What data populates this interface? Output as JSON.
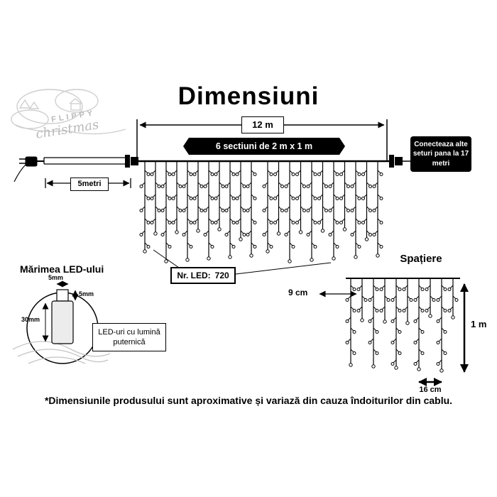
{
  "title": "Dimensiuni",
  "logo": {
    "top": "FLIPPY",
    "bottom": "christmas"
  },
  "dims": {
    "total_width": "12 m",
    "sections": "6 sectiuni de 2 m x 1 m",
    "lead": "5metri",
    "connect_note": "Conecteaza alte seturi pana la 17 metri",
    "led_count_label": "Nr. LED:",
    "led_count_value": "720",
    "spacing_title": "Spațiere",
    "led_gap": "9 cm",
    "drop_height": "1 m",
    "strand_gap": "16 cm"
  },
  "led_size": {
    "title": "Mărimea LED-ului",
    "width_top": "5mm",
    "width_side": "5mm",
    "height": "30mm",
    "note": "LED-uri cu lumină puternică"
  },
  "footnote": "*Dimensiunile produsului sunt aproximative și variază din cauza îndoiturilor din cablu.",
  "diagram": {
    "main_curtain": {
      "sections": 2,
      "strands_per_section": 11
    },
    "spacing_curtain": {
      "strands": 10
    }
  }
}
